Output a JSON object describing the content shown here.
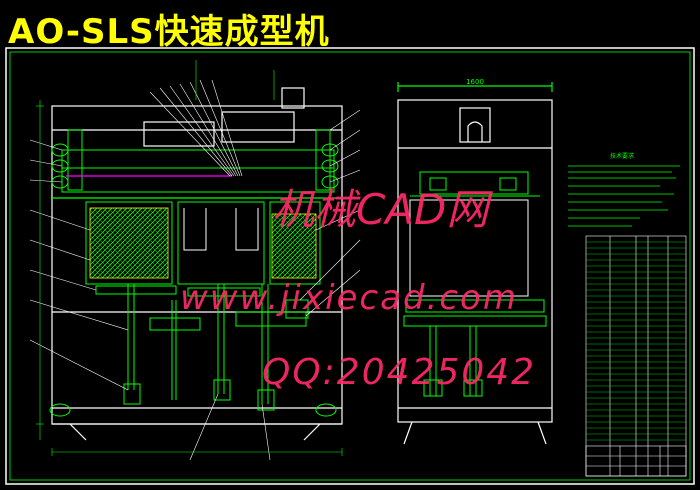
{
  "drawing": {
    "title": "AO-SLS快速成型机",
    "right_view_dim": "1600",
    "notes_title": "技术要求"
  },
  "watermark": {
    "line1": "机械CAD网",
    "line2": "www.jixiecad.com",
    "line3": "QQ:20425042"
  },
  "colors": {
    "background": "#000000",
    "frame": "#ffffff",
    "linework": "#00ff00",
    "title": "#ffff00",
    "watermark": "#ff2a6a",
    "laser_path": "#ff00ff"
  }
}
